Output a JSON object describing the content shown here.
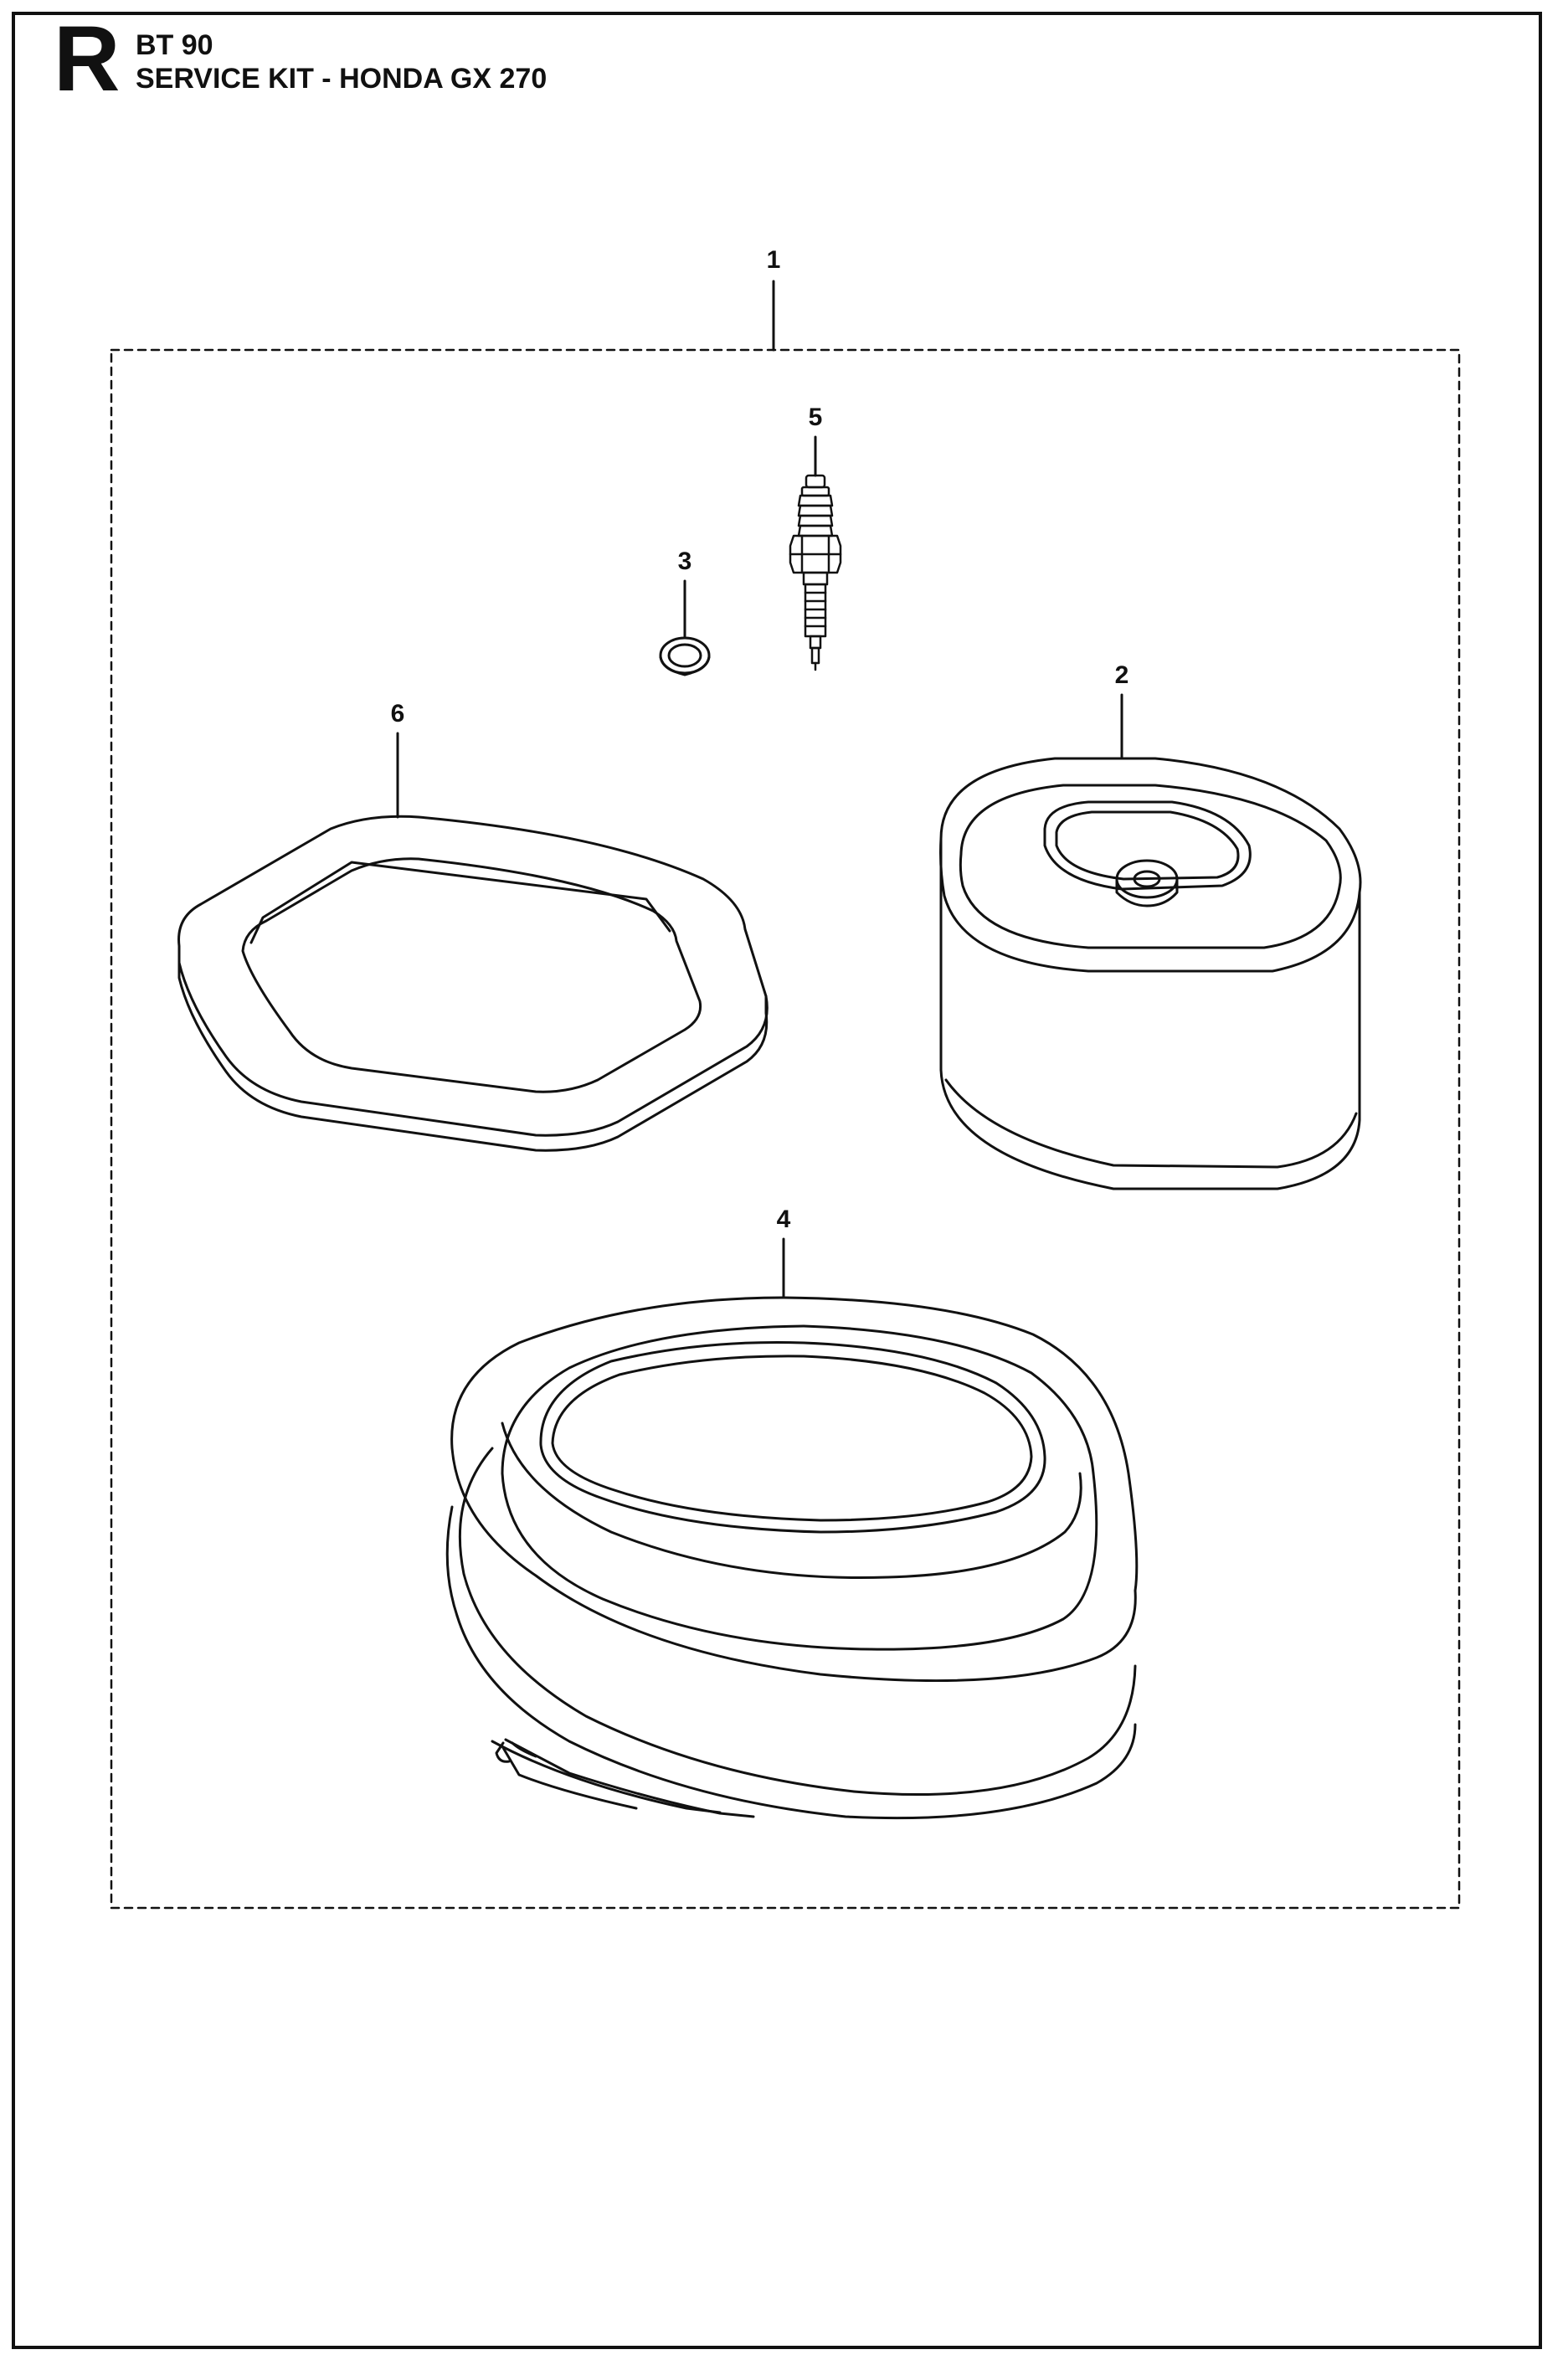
{
  "header": {
    "section_letter": "R",
    "model": "BT 90",
    "title": "SERVICE KIT - HONDA GX 270"
  },
  "callouts": {
    "kit": "1",
    "air_filter": "2",
    "washer": "3",
    "hose": "4",
    "spark_plug": "5",
    "gasket": "6"
  },
  "colors": {
    "line": "#111111",
    "background": "#ffffff"
  }
}
